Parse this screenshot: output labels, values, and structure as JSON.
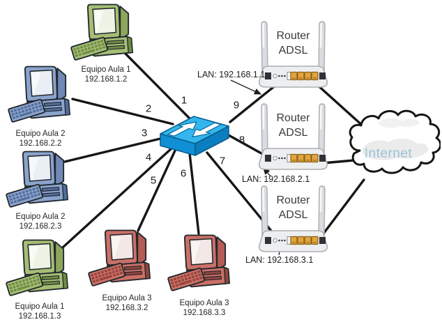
{
  "computers": [
    {
      "name": "Equipo Aula 1",
      "ip": "192.168.1.2",
      "color": "green"
    },
    {
      "name": "Equipo Aula 2",
      "ip": "192.168.2.2",
      "color": "blue"
    },
    {
      "name": "Equipo Aula 2",
      "ip": "192.168.2.3",
      "color": "blue"
    },
    {
      "name": "Equipo Aula 1",
      "ip": "192.168.1.3",
      "color": "green"
    },
    {
      "name": "Equipo Aula 3",
      "ip": "192.168.3.2",
      "color": "red"
    },
    {
      "name": "Equipo Aula 3",
      "ip": "192.168.3.3",
      "color": "red"
    }
  ],
  "routers": [
    {
      "line1": "Router",
      "line2": "ADSL",
      "lan": "LAN: 192.168.1.1"
    },
    {
      "line1": "Router",
      "line2": "ADSL",
      "lan": "LAN: 192.168.2.1"
    },
    {
      "line1": "Router",
      "line2": "ADSL",
      "lan": "LAN: 192.168.3.1"
    }
  ],
  "cloud": {
    "label": "Internet"
  },
  "wire_numbers": [
    "1",
    "2",
    "3",
    "4",
    "5",
    "6",
    "7",
    "8",
    "9"
  ],
  "links": [
    {
      "label": "1",
      "from": "Equipo Aula 1 (192.168.1.2)",
      "to": "Switch"
    },
    {
      "label": "2",
      "from": "Equipo Aula 2 (192.168.2.2)",
      "to": "Switch"
    },
    {
      "label": "3",
      "from": "Equipo Aula 2 (192.168.2.3)",
      "to": "Switch"
    },
    {
      "label": "4",
      "from": "Equipo Aula 1 (192.168.1.3)",
      "to": "Switch"
    },
    {
      "label": "5",
      "from": "Equipo Aula 3 (192.168.3.2)",
      "to": "Switch"
    },
    {
      "label": "6",
      "from": "Equipo Aula 3 (192.168.3.3)",
      "to": "Switch"
    },
    {
      "label": "7",
      "from": "Switch",
      "to": "Router ADSL (LAN: 192.168.3.1)"
    },
    {
      "label": "8",
      "from": "Switch",
      "to": "Router ADSL (LAN: 192.168.2.1)"
    },
    {
      "label": "9",
      "from": "Switch",
      "to": "Router ADSL (LAN: 192.168.1.1)"
    },
    {
      "label": "",
      "from": "Router ADSL (LAN: 192.168.1.1)",
      "to": "Internet"
    },
    {
      "label": "",
      "from": "Router ADSL (LAN: 192.168.2.1)",
      "to": "Internet"
    },
    {
      "label": "",
      "from": "Router ADSL (LAN: 192.168.3.1)",
      "to": "Internet"
    }
  ],
  "colors": {
    "wire": "#161616",
    "switch_top": "#33B6ED",
    "switch_front": "#0F90D4",
    "switch_side": "#0B7EC0",
    "pc_green": "#A6BE74",
    "pc_blue": "#8BA4CD",
    "pc_red": "#CB7067",
    "router_body": "#EDEEEF",
    "lan_port_orange": "#E2A440",
    "cloud_text": "#9AC3D6"
  }
}
